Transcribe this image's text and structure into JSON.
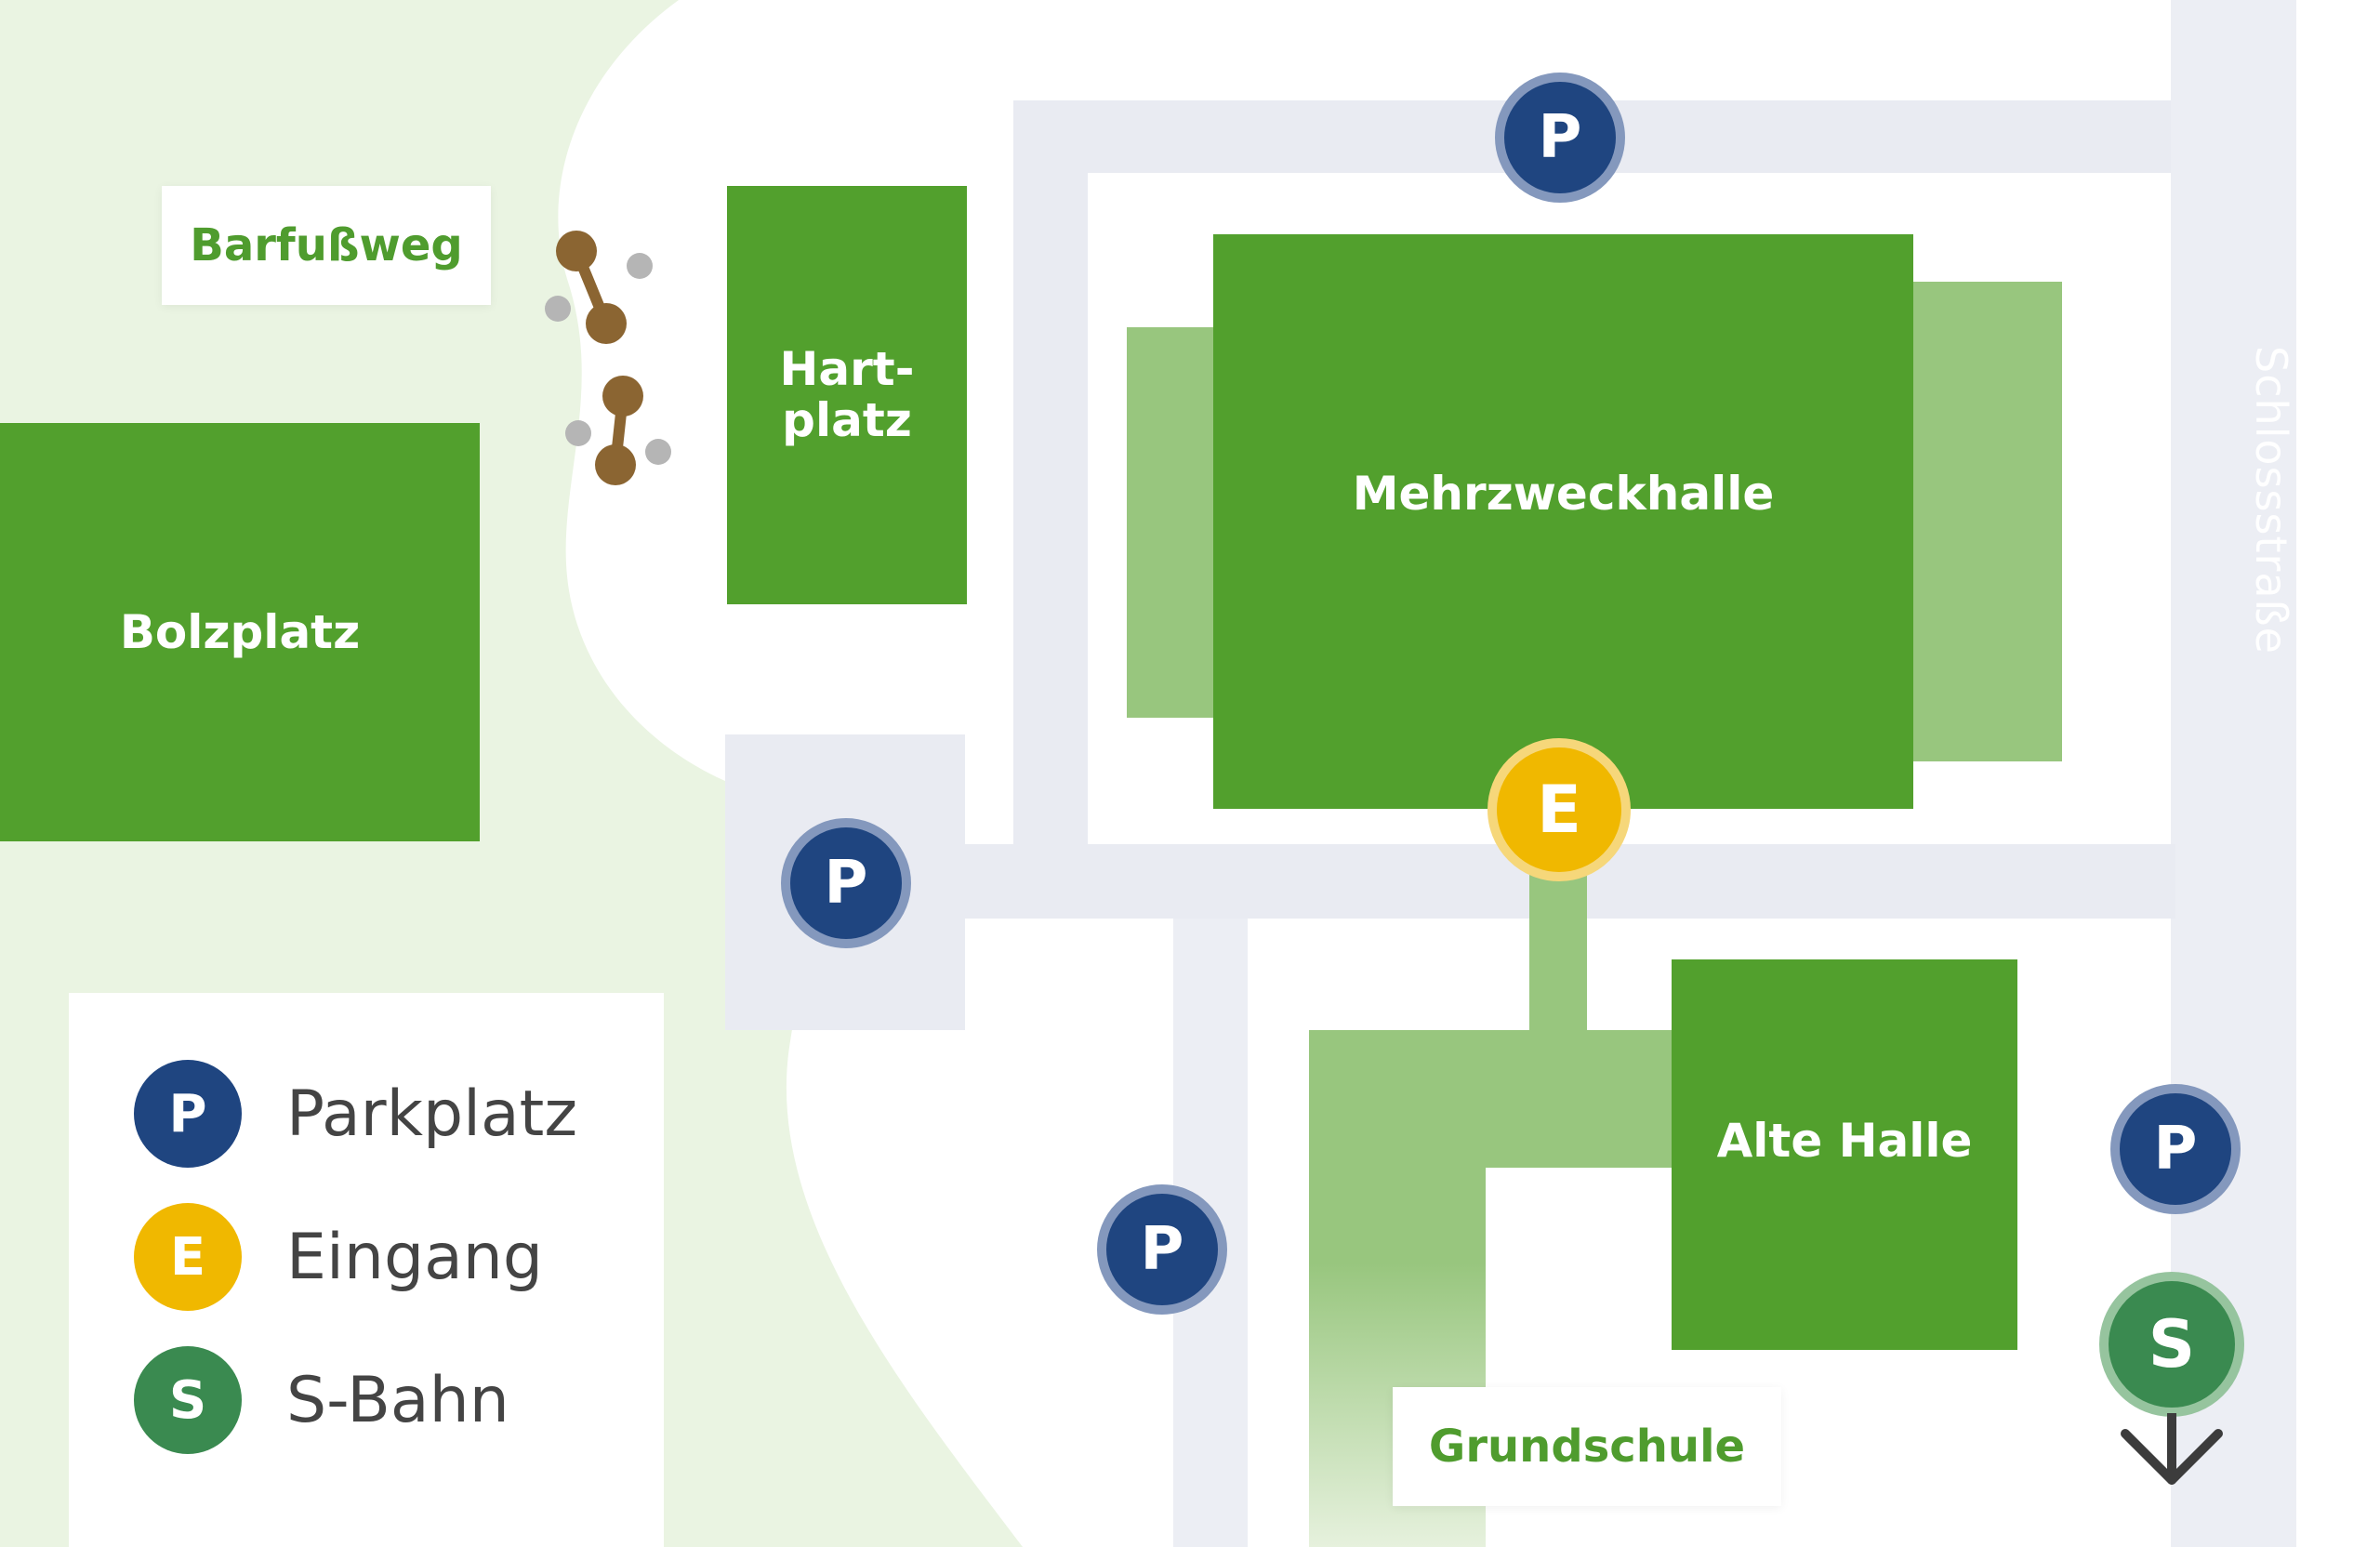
{
  "colors": {
    "building": "#52a02d",
    "building_light": "#98c67e",
    "road": "#e9ebf2",
    "park": "#eaf4e2",
    "parking": "#1f4580",
    "entrance": "#f0b800",
    "sbahn": "#3a8a50",
    "path": "#8b6532"
  },
  "map": {
    "buildings": {
      "bolzplatz": "Bolzplatz",
      "hartplatz_line1": "Hart-",
      "hartplatz_line2": "platz",
      "mehrzweckhalle": "Mehrzweckhalle",
      "alte_halle": "Alte Halle"
    },
    "tags": {
      "barfussweg": "Barfußweg",
      "grundschule": "Grundschule"
    },
    "street": "Schlossstraße",
    "markers": {
      "parking": "P",
      "entrance": "E",
      "sbahn": "S"
    }
  },
  "legend": {
    "items": [
      {
        "letter": "P",
        "label": "Parkplatz",
        "icon": "parking-icon"
      },
      {
        "letter": "E",
        "label": "Eingang",
        "icon": "entrance-icon"
      },
      {
        "letter": "S",
        "label": "S-Bahn",
        "icon": "sbahn-icon"
      }
    ]
  }
}
